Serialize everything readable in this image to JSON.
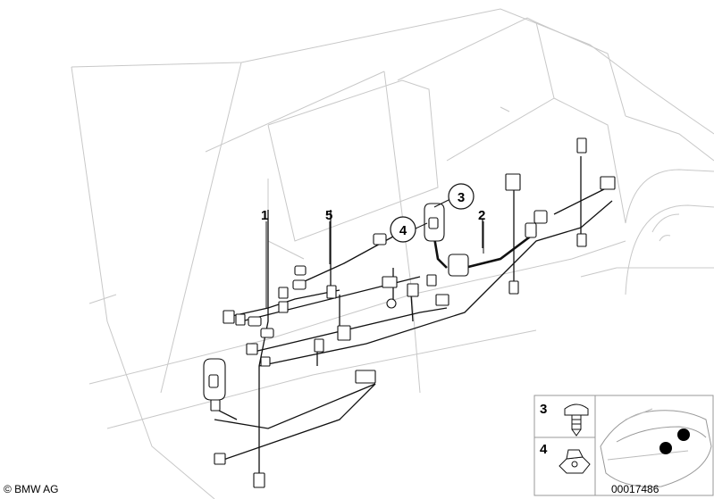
{
  "callouts": {
    "p1": "1",
    "p2": "2",
    "p3": "3",
    "p4": "4",
    "p5": "5"
  },
  "inset": {
    "row3": "3",
    "row4": "4"
  },
  "footer": {
    "copyright": "© BMW AG",
    "part_number": "00017486"
  }
}
